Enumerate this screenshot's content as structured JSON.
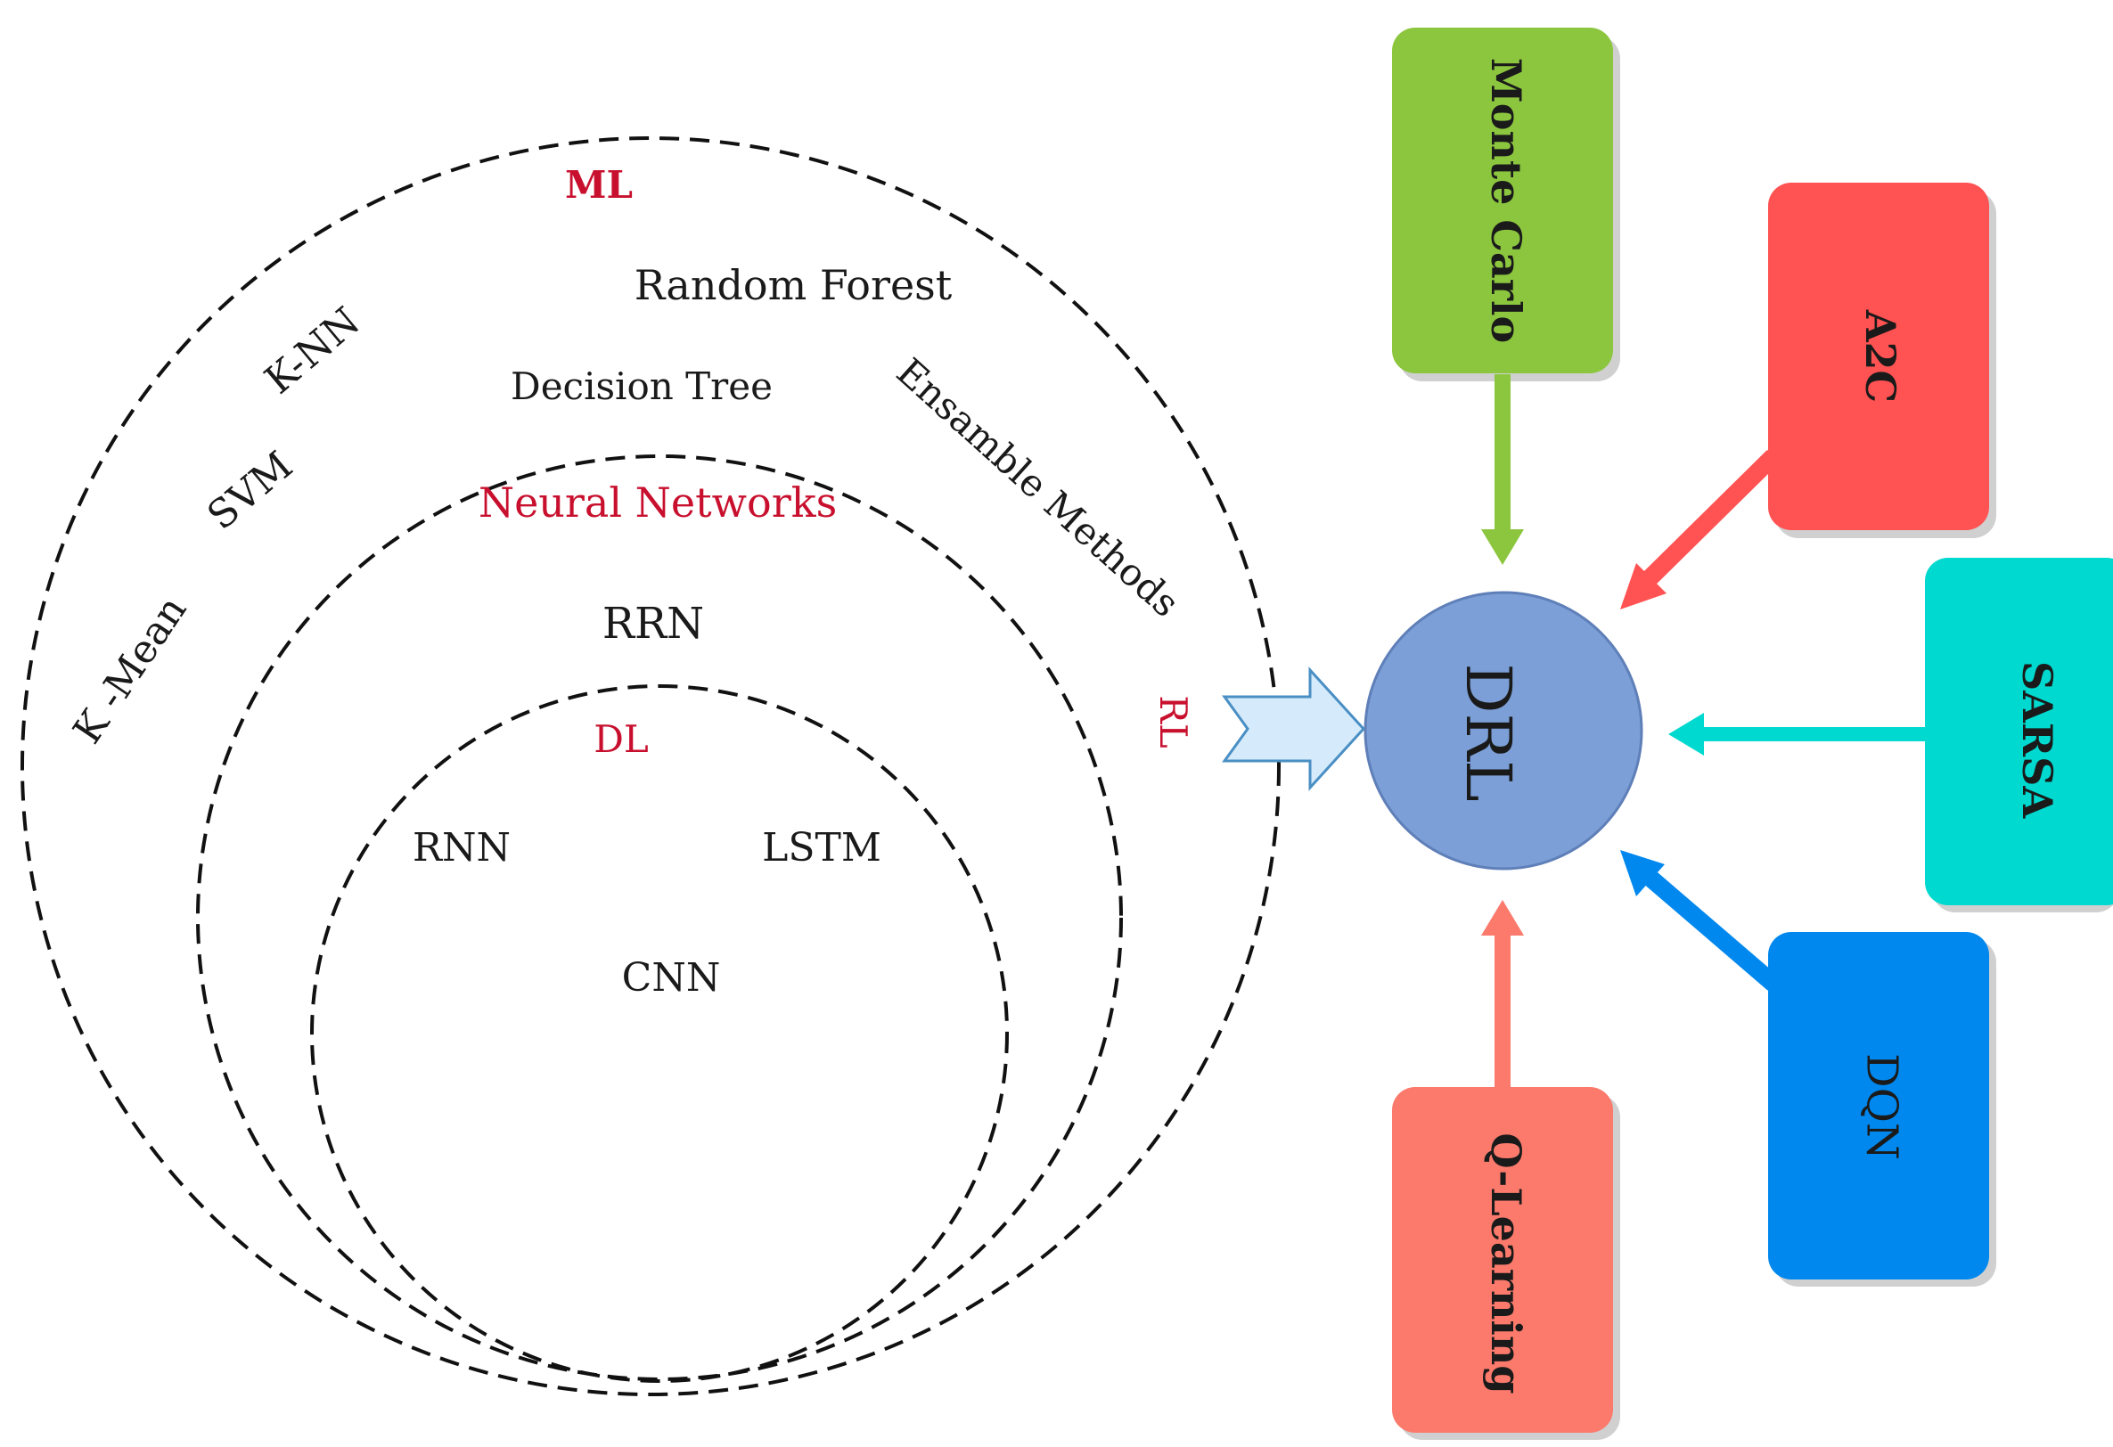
{
  "colors": {
    "ml_circle": "#addcff",
    "nn_circle": "#79b8f7",
    "dl_circle": "#52a6f5",
    "drl_circle": "#7b9fd6",
    "label_red": "#c8102e",
    "monte_carlo": "#8cc63f",
    "a2c": "#ff5252",
    "sarsa": "#00d9cf",
    "dqn": "#0088ee",
    "q_learning": "#fb7a6c",
    "big_arrow_fill": "#d5ebfb",
    "big_arrow_stroke": "#4a8fc4"
  },
  "ml": {
    "title": "ML",
    "items": {
      "random_forest": "Random Forest",
      "knn": "K-NN",
      "decision_tree": "Decision Tree",
      "ensemble": "Ensamble Methods",
      "svm": "SVM",
      "kmean": "K -Mean",
      "rl": "RL"
    }
  },
  "nn": {
    "title": "Neural Networks",
    "rrn": "RRN"
  },
  "dl": {
    "title": "DL",
    "rnn": "RNN",
    "lstm": "LSTM",
    "cnn": "CNN"
  },
  "drl": {
    "label": "DRL"
  },
  "methods": {
    "monte_carlo": "Monte Carlo",
    "a2c": "A2C",
    "sarsa": "SARSA",
    "dqn": "DQN",
    "q_learning": "Q-Learning"
  }
}
